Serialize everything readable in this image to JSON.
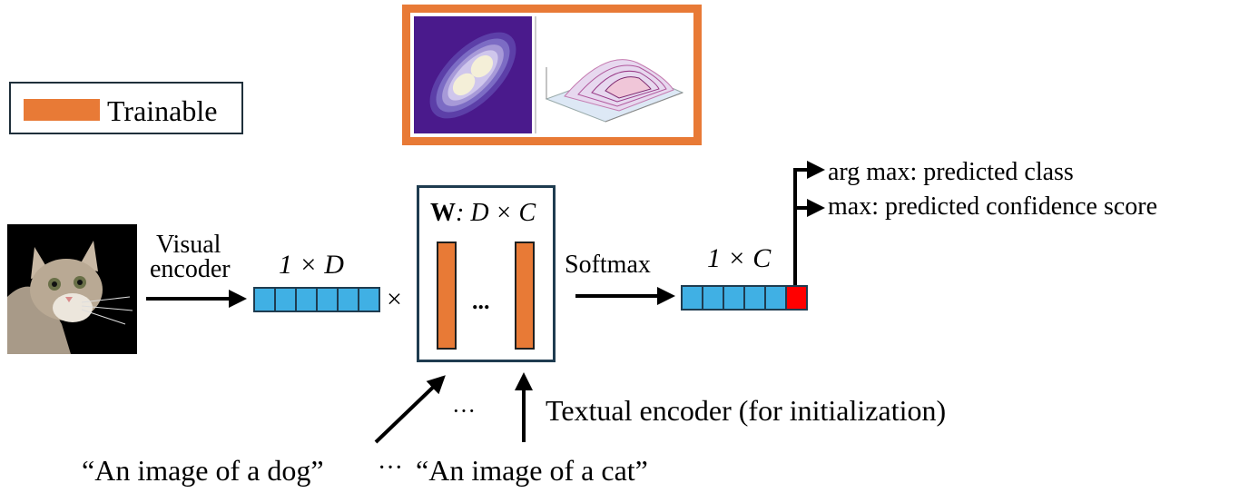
{
  "legend": {
    "label": "Trainable",
    "swatch_color": "#e87a36"
  },
  "input": {
    "icon": "cat-photo-icon"
  },
  "visual_encoder": {
    "line1": "Visual",
    "line2": "encoder"
  },
  "feature_vector": {
    "dim_label": "1 × D",
    "cells": 6,
    "color": "#40b0e4"
  },
  "multiply_symbol": "×",
  "weight_matrix": {
    "bold": "W",
    "rest": ": D × C",
    "ellipsis": "...",
    "column_color": "#e87a36"
  },
  "softmax_label": "Softmax",
  "output_vector": {
    "dim_label": "1 × C",
    "cells": 5,
    "highlight_color": "#ff0000"
  },
  "outputs": {
    "argmax_prefix": "arg max",
    "argmax_rest": ": predicted class",
    "max_prefix": "max",
    "max_rest": ": predicted confidence score"
  },
  "text_encoder": {
    "label": "Textual encoder (for initialization)",
    "ellipsis": "···"
  },
  "prompts": {
    "dog": "“An image of a dog”",
    "dots": "···",
    "cat": "“An image of a cat”"
  }
}
